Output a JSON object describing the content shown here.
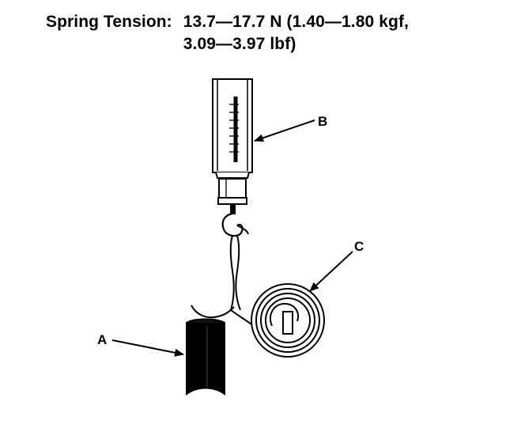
{
  "specification": {
    "label": "Spring Tension:",
    "value_line_1": "13.7—17.7 N (1.40—1.80 kgf,",
    "value_line_2": "3.09—3.97 lbf)"
  },
  "callouts": {
    "a": "A",
    "b": "B",
    "c": "C"
  },
  "colors": {
    "ink": "#000000",
    "paper": "#ffffff"
  }
}
